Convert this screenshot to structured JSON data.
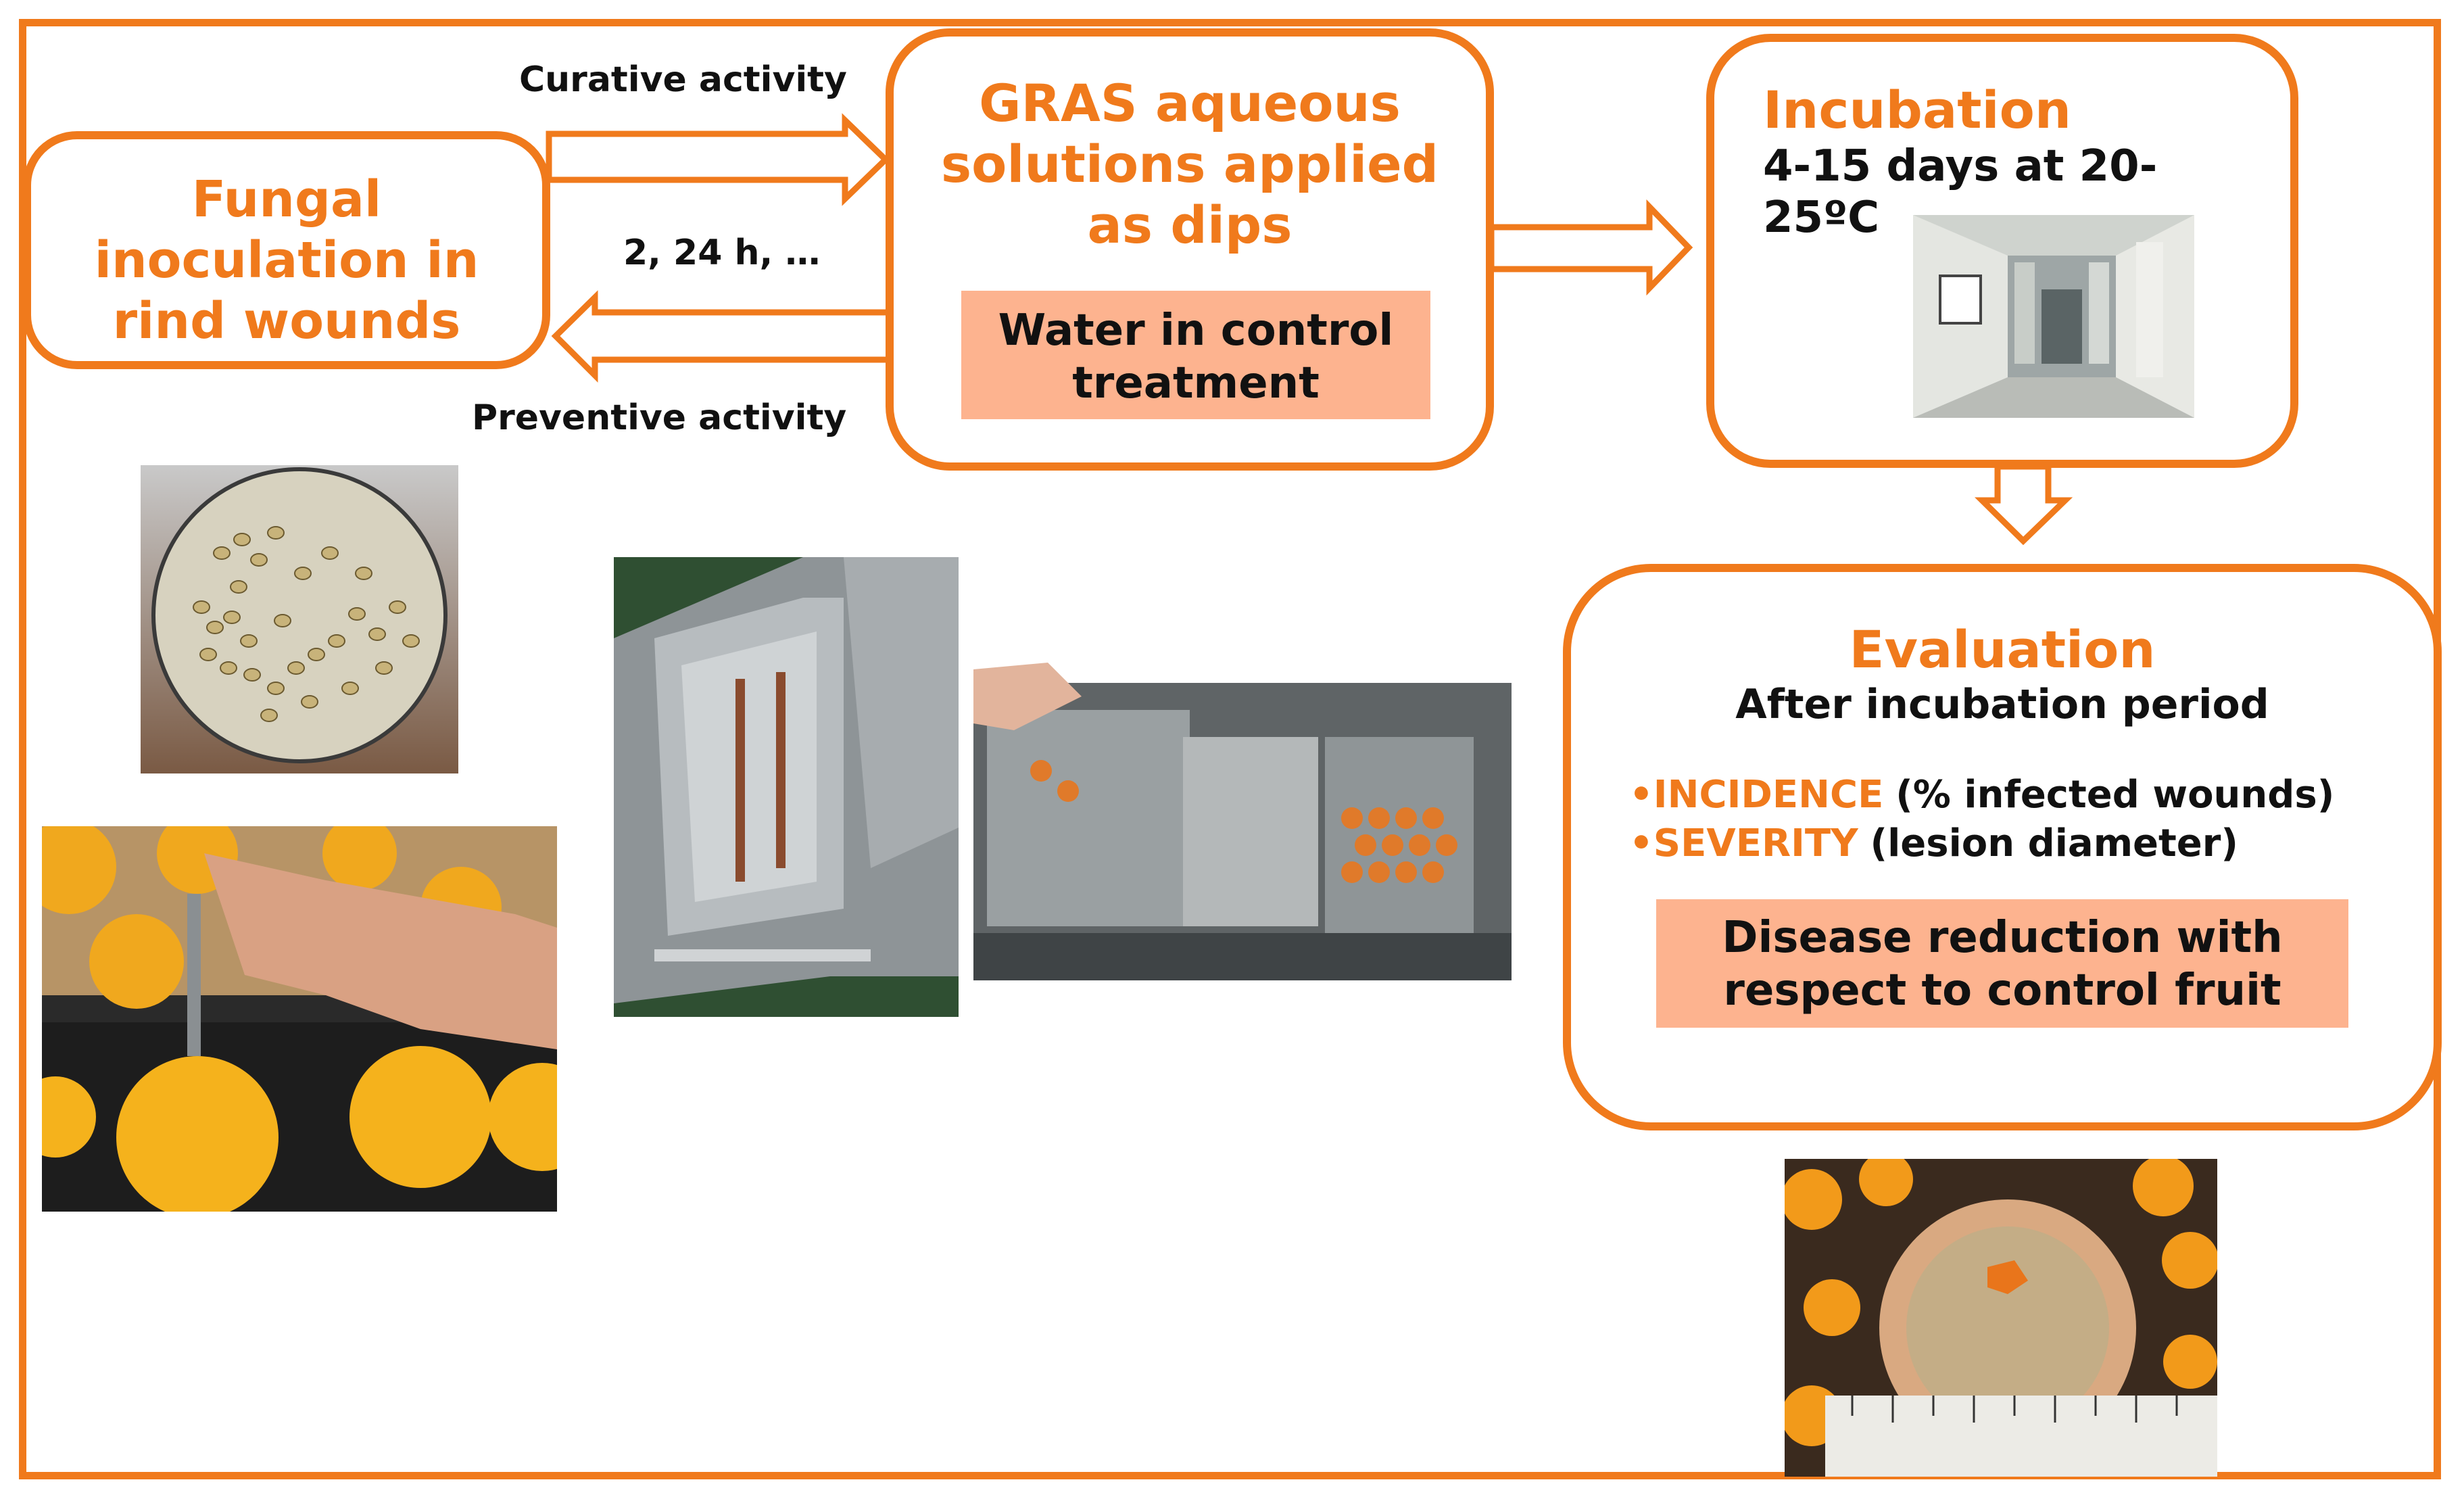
{
  "colors": {
    "accent": "#f07a1c",
    "highlight": "#fdb38f",
    "text": "#111111"
  },
  "inoculation": {
    "title_lines": [
      "Fungal",
      "inoculation in",
      "rind wounds"
    ]
  },
  "arrows": {
    "curative_label": "Curative activity",
    "time_label": "2, 24 h, …",
    "preventive_label": "Preventive activity"
  },
  "treatment": {
    "title_lines": [
      "GRAS aqueous",
      "solutions applied",
      "as dips"
    ],
    "control_lines": [
      "Water in control",
      "treatment"
    ]
  },
  "incubation": {
    "title": "Incubation",
    "detail_lines": [
      "4-15 days at 20-",
      "25ºC"
    ]
  },
  "evaluation": {
    "title": "Evaluation",
    "subtitle": "After incubation period",
    "metrics": [
      {
        "bullet": "•",
        "name": "INCIDENCE",
        "description": "(% infected wounds)"
      },
      {
        "bullet": "•",
        "name": "SEVERITY",
        "description": "(lesion diameter)"
      }
    ],
    "result_lines": [
      "Disease reduction with",
      "respect to control fruit"
    ]
  },
  "photos": [
    {
      "icon": "spores-micrograph-photo"
    },
    {
      "icon": "fruit-wounding-photo"
    },
    {
      "icon": "dip-tank-photo"
    },
    {
      "icon": "fruit-baskets-photo"
    },
    {
      "icon": "incubation-room-photo"
    },
    {
      "icon": "infected-fruit-photo"
    }
  ]
}
